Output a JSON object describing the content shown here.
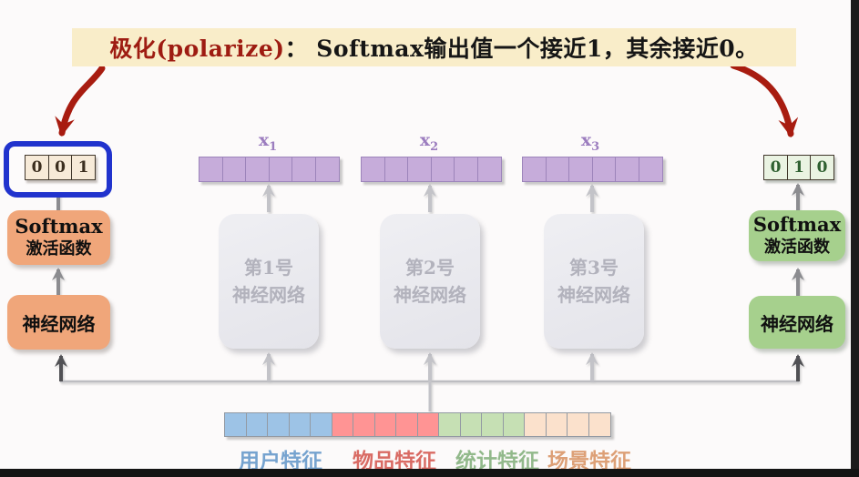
{
  "banner": {
    "highlight": "极化(polarize)",
    "rest": "： Softmax输出值一个接近1，其余接近0。"
  },
  "left_branch": {
    "output_cells": [
      "0",
      "0",
      "1"
    ],
    "softmax_line1": "Softmax",
    "softmax_line2": "激活函数",
    "network_label": "神经网络"
  },
  "right_branch": {
    "output_cells": [
      "0",
      "1",
      "0"
    ],
    "softmax_line1": "Softmax",
    "softmax_line2": "激活函数",
    "network_label": "神经网络"
  },
  "networks": [
    {
      "name_line1": "第1号",
      "name_line2": "神经网络",
      "vector_base": "x",
      "vector_sub": "1",
      "vector_cells": 6
    },
    {
      "name_line1": "第2号",
      "name_line2": "神经网络",
      "vector_base": "x",
      "vector_sub": "2",
      "vector_cells": 6
    },
    {
      "name_line1": "第3号",
      "name_line2": "神经网络",
      "vector_base": "x",
      "vector_sub": "3",
      "vector_cells": 6
    }
  ],
  "features": {
    "groups": [
      {
        "label": "用户特征",
        "cells": 5,
        "cell_color": "#9dc3e6",
        "label_color": "#76a3cf"
      },
      {
        "label": "物品特征",
        "cells": 5,
        "cell_color": "#ff9494",
        "label_color": "#d96b64"
      },
      {
        "label": "统计特征",
        "cells": 4,
        "cell_color": "#c6e0b4",
        "label_color": "#92b98b"
      },
      {
        "label": "场景特征",
        "cells": 4,
        "cell_color": "#fbe1cc",
        "label_color": "#dda077"
      }
    ]
  },
  "icons": {
    "polarize_arrow_left": "curved-red-arrow",
    "polarize_arrow_right": "curved-red-arrow",
    "flow_arrow": "gray-up-arrow"
  },
  "colors": {
    "banner_bg": "#f9edc9",
    "banner_highlight": "#9e1c12",
    "red_arrow": "#a81c10",
    "blue_frame": "#2133cd",
    "orange_box": "#f0a67a",
    "green_box": "#a6d08d",
    "purple_cell": "#c6acda",
    "gray_box_text": "#b2b2bc",
    "frame_edge": "#1c1c1c"
  }
}
